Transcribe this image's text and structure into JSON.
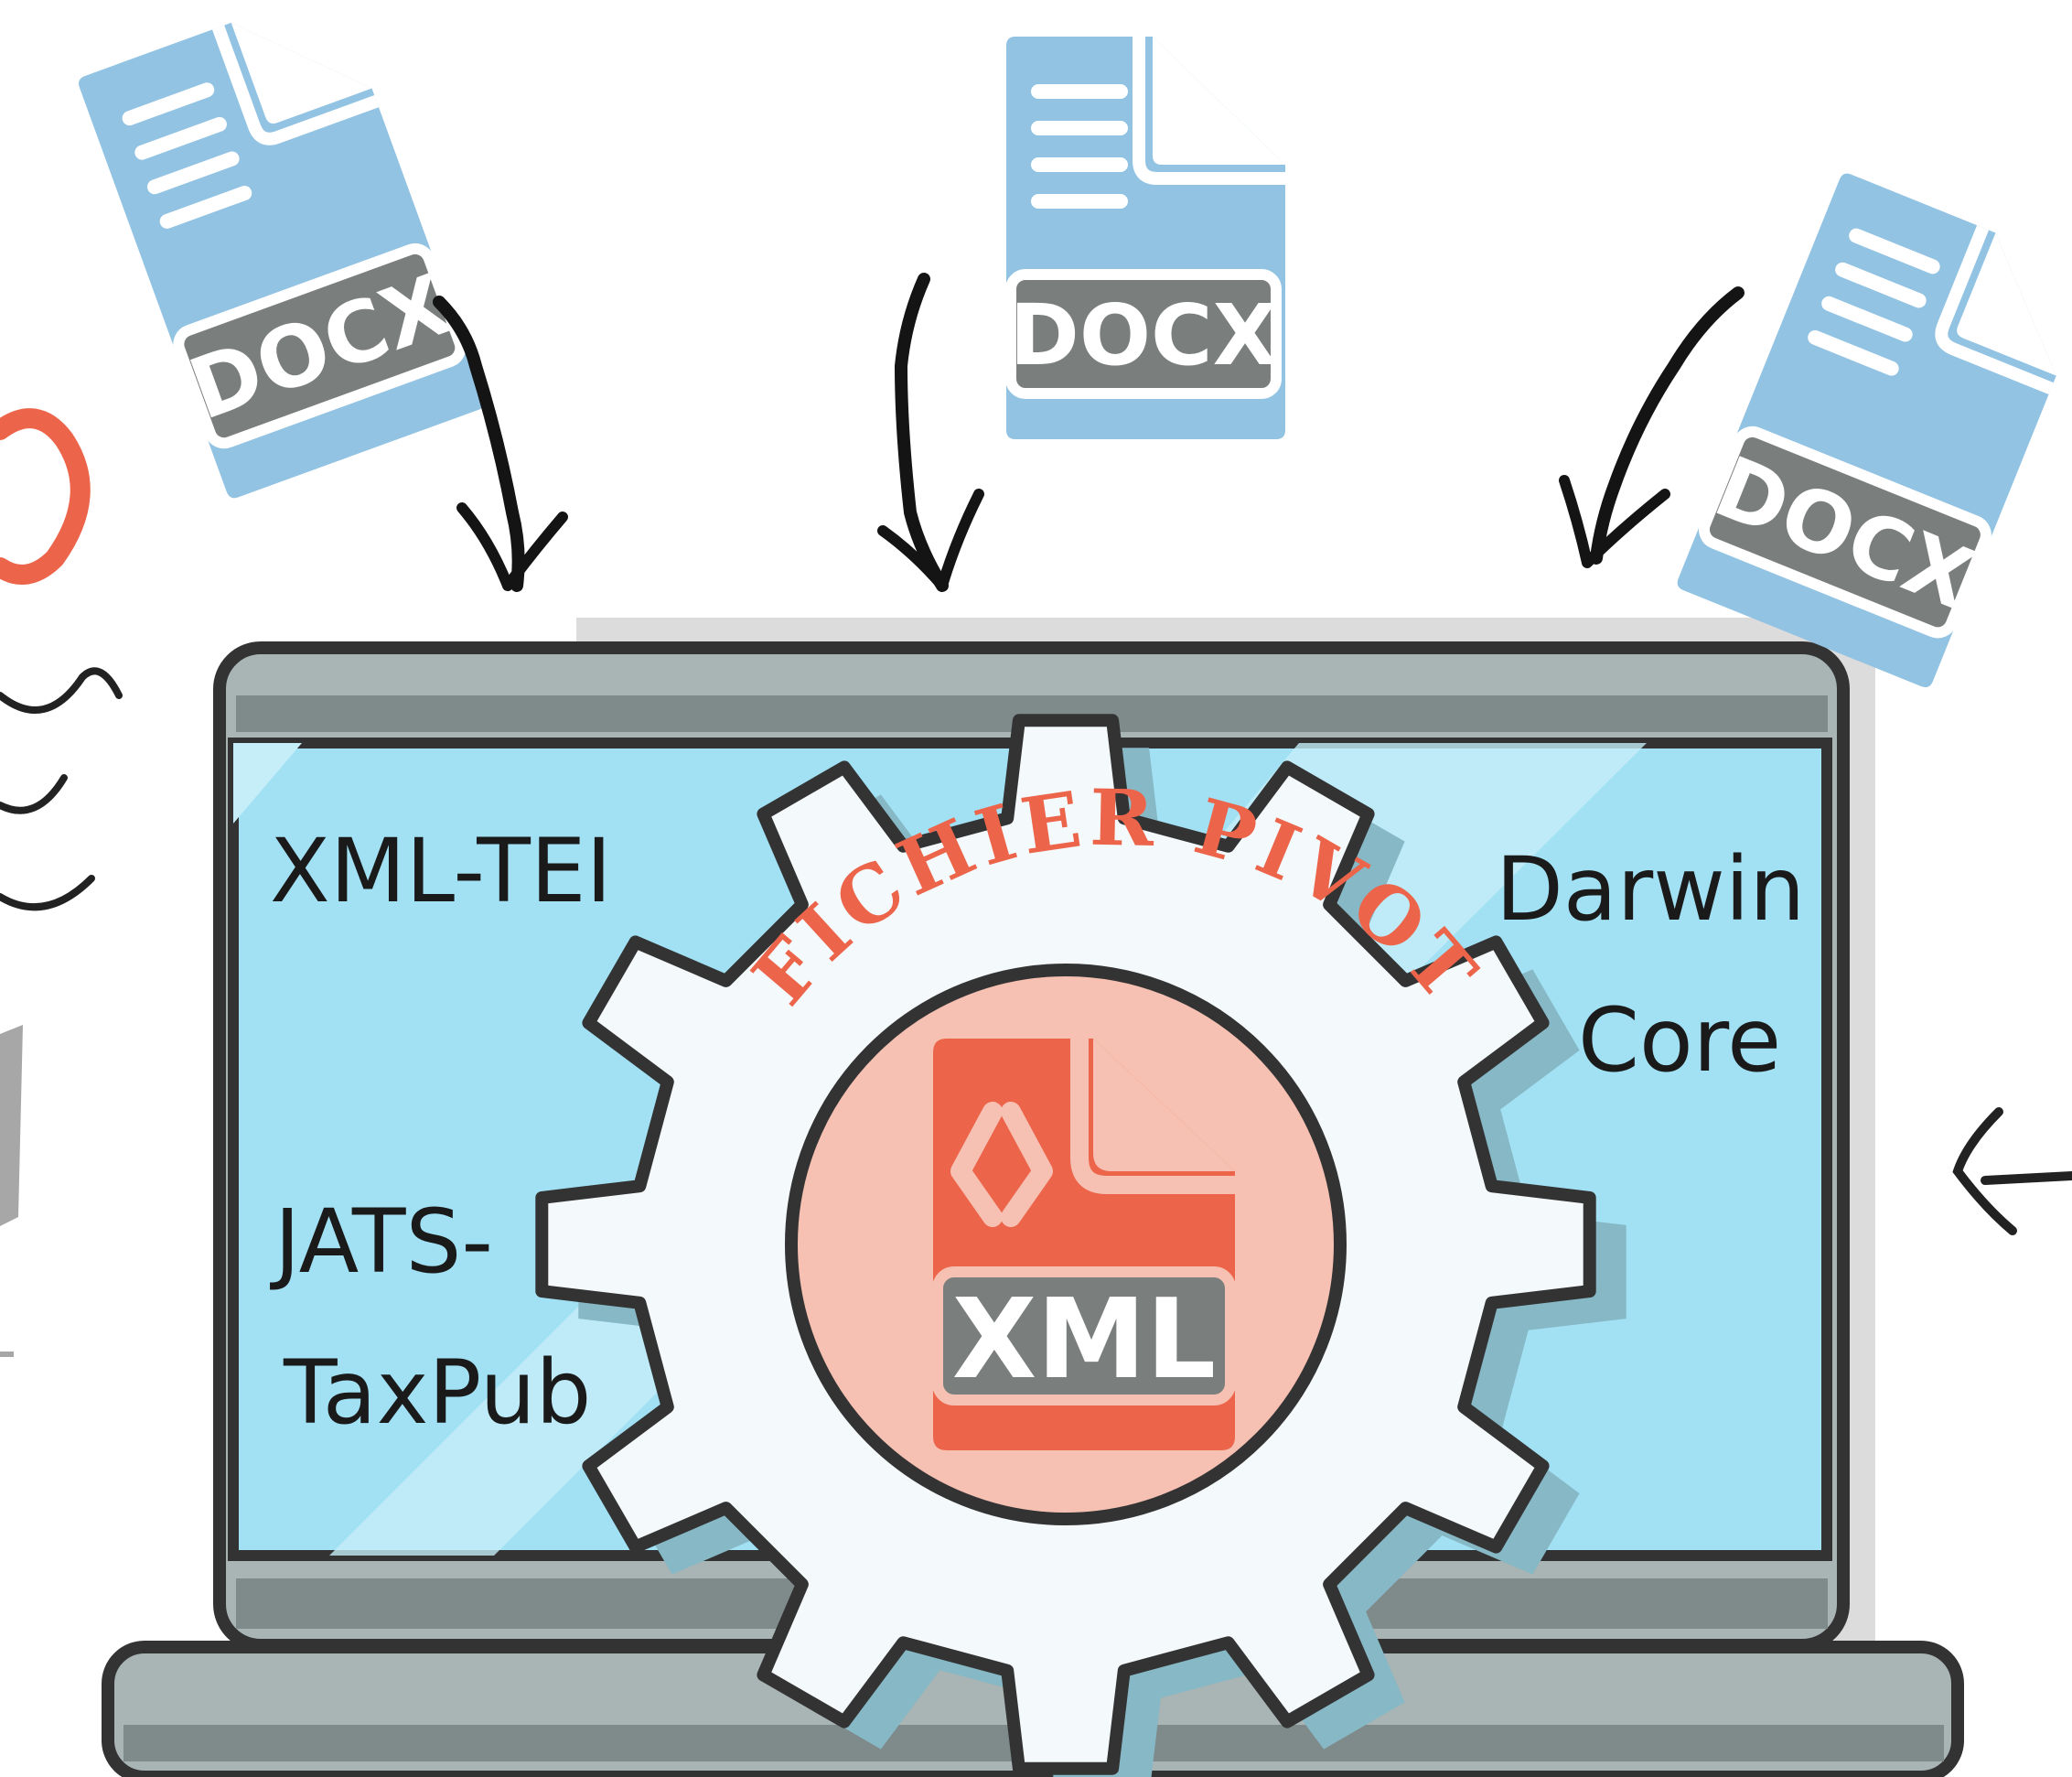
{
  "colors": {
    "outline": "#333333",
    "docx_blue": "#92c3e3",
    "docx_badge": "#7a7e7c",
    "screen_blue": "#a2e1f4",
    "laptop_grey": "#a9b4b4",
    "gear_fill": "#f4f9fb",
    "accent_red": "#ec654b",
    "circle_pink": "#f6c0b2"
  },
  "inputs": [
    {
      "label": "DOCX",
      "icon": "docx-file-icon"
    },
    {
      "label": "DOCX",
      "icon": "docx-file-icon"
    },
    {
      "label": "DOCX",
      "icon": "docx-file-icon"
    }
  ],
  "formats": {
    "top_left": "XML-TEI",
    "bottom_left_line1": "JATS-",
    "bottom_left_line2": "TaxPub",
    "right_line1": "Darwin",
    "right_line2": "Core"
  },
  "gear": {
    "title": "FICHIER PIVOT",
    "file_label": "XML",
    "file_icon": "xml-file-icon",
    "code_icon": "code-brackets-icon"
  }
}
